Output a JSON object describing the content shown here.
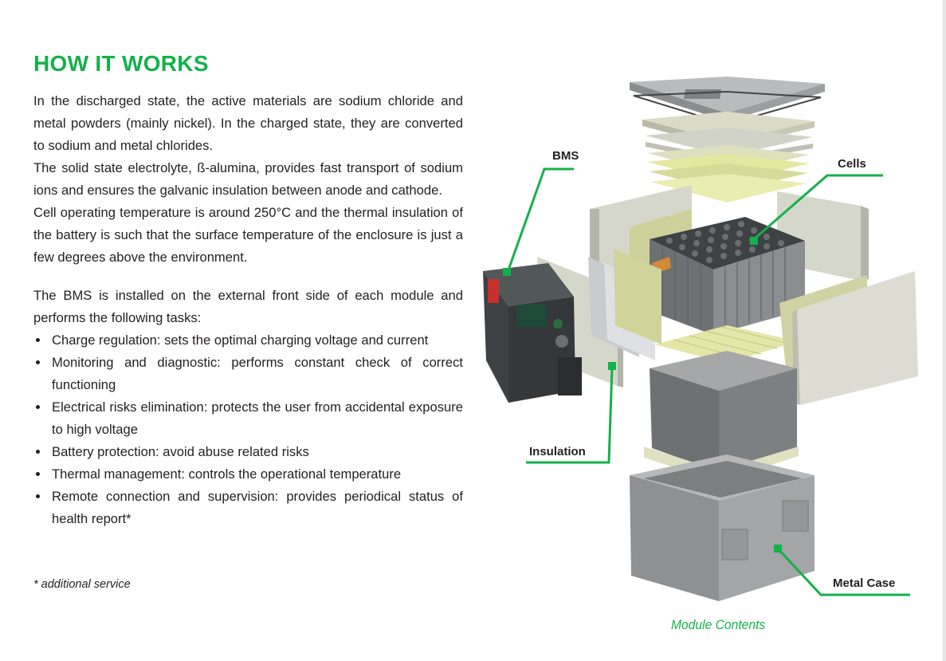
{
  "heading": "HOW IT WORKS",
  "paragraphs": [
    "In the discharged state, the active materials are sodium chloride and metal powders (mainly nickel). In the charged state, they are converted to sodium and metal chlorides.",
    "The solid state electrolyte, ß-alumina, provides fast transport of sodium ions and ensures the galvanic insulation between anode and cathode.",
    "Cell operating temperature is around 250°C and the thermal insulation of the battery is such that the surface temperature of the enclosure is just a few degrees above the environment."
  ],
  "bms_intro": "The BMS is installed on the external front side of each module and performs the following tasks:",
  "tasks": [
    "Charge regulation: sets the optimal charging voltage and current",
    "Monitoring and diagnostic: performs constant check of correct functioning",
    "Electrical risks elimination: protects the user from accidental exposure to high voltage",
    "Battery protection: avoid abuse related risks",
    "Thermal management: controls the operational temperature",
    "Remote connection and supervision: provides periodical status of health report*"
  ],
  "footnote": "* additional service",
  "diagram": {
    "labels": {
      "bms": "BMS",
      "cells": "Cells",
      "insulation": "Insulation",
      "metal_case": "Metal Case"
    },
    "caption": "Module Contents",
    "colors": {
      "accent": "#14b14b",
      "insulation": "#e3e6a6",
      "metal": "#8e9092",
      "panel": "#d9dad2",
      "bms_body": "#3d4143"
    }
  }
}
